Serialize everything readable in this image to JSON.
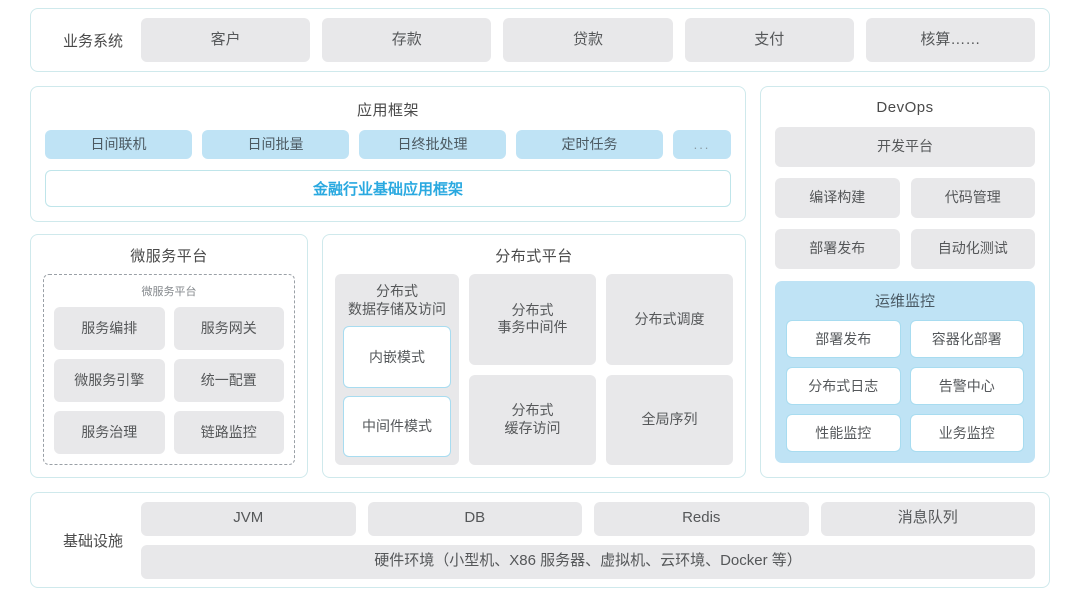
{
  "business_system": {
    "label": "业务系统",
    "items": [
      "客户",
      "存款",
      "贷款",
      "支付",
      "核算……"
    ]
  },
  "app_framework": {
    "title": "应用框架",
    "items": [
      "日间联机",
      "日间批量",
      "日终批处理",
      "定时任务"
    ],
    "ellipsis": "...",
    "base_label": "金融行业基础应用框架"
  },
  "microservice_platform": {
    "title": "微服务平台",
    "inner_title": "微服务平台",
    "items": [
      "服务编排",
      "服务网关",
      "微服务引擎",
      "统一配置",
      "服务治理",
      "链路监控"
    ]
  },
  "distributed_platform": {
    "title": "分布式平台",
    "storage": {
      "title": "分布式\n数据存储及访问",
      "modes": [
        "内嵌模式",
        "中间件模式"
      ]
    },
    "items": [
      "分布式\n事务中间件",
      "分布式调度",
      "分布式\n缓存访问",
      "全局序列"
    ]
  },
  "devops": {
    "title": "DevOps",
    "platform_label": "开发平台",
    "items": [
      "编译构建",
      "代码管理",
      "部署发布",
      "自动化测试"
    ],
    "ops_monitor": {
      "title": "运维监控",
      "items": [
        "部署发布",
        "容器化部署",
        "分布式日志",
        "告警中心",
        "性能监控",
        "业务监控"
      ]
    }
  },
  "infrastructure": {
    "label": "基础设施",
    "items": [
      "JVM",
      "DB",
      "Redis",
      "消息队列"
    ],
    "hardware": "硬件环境（小型机、X86 服务器、虚拟机、云环境、Docker 等）"
  },
  "colors": {
    "panel_border": "#cfe9ec",
    "cell_gray": "#e8e8ea",
    "cell_blue": "#bfe3f5",
    "accent_cyan": "#2aa9e0",
    "outline_blue": "#a8dcf0",
    "text_primary": "#4a4a4a",
    "text_secondary": "#555759"
  }
}
